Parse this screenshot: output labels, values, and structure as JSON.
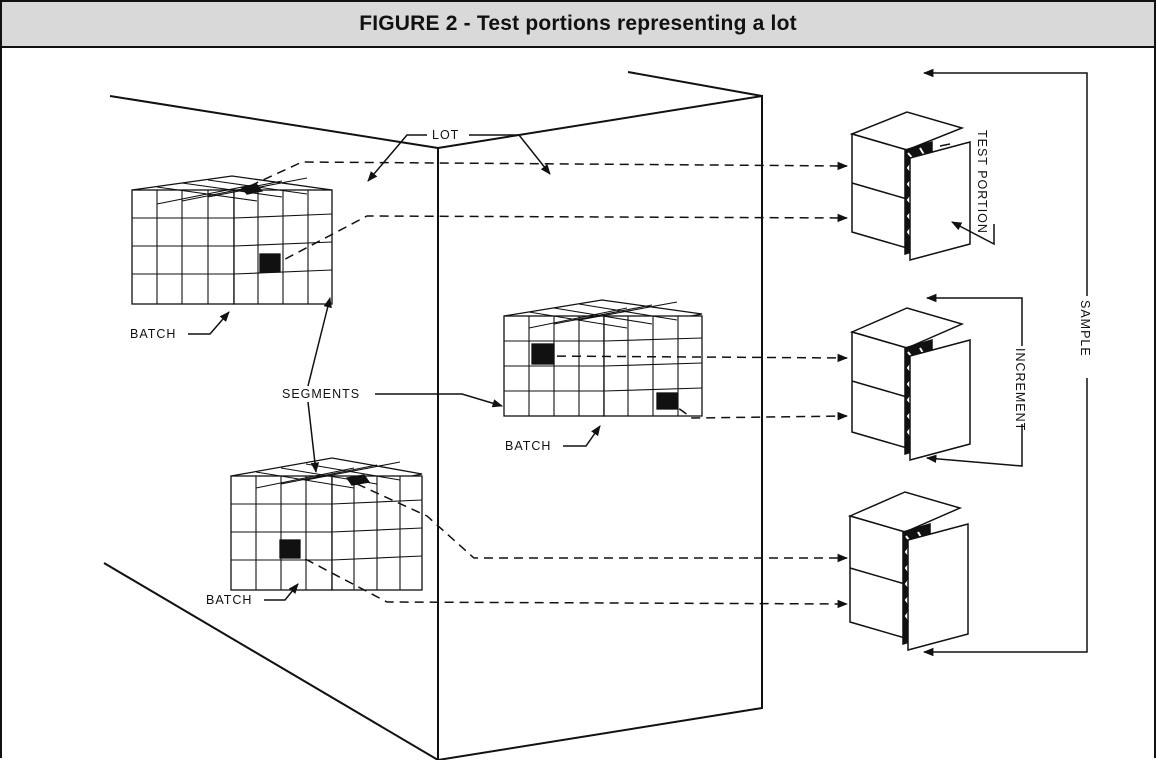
{
  "figure": {
    "title": "FIGURE 2 - Test portions representing a lot"
  },
  "labels": {
    "lot": "LOT",
    "batch": "BATCH",
    "segments": "SEGMENTS",
    "test_portion": "TEST PORTION",
    "increment": "INCREMENT",
    "sample": "SAMPLE"
  }
}
